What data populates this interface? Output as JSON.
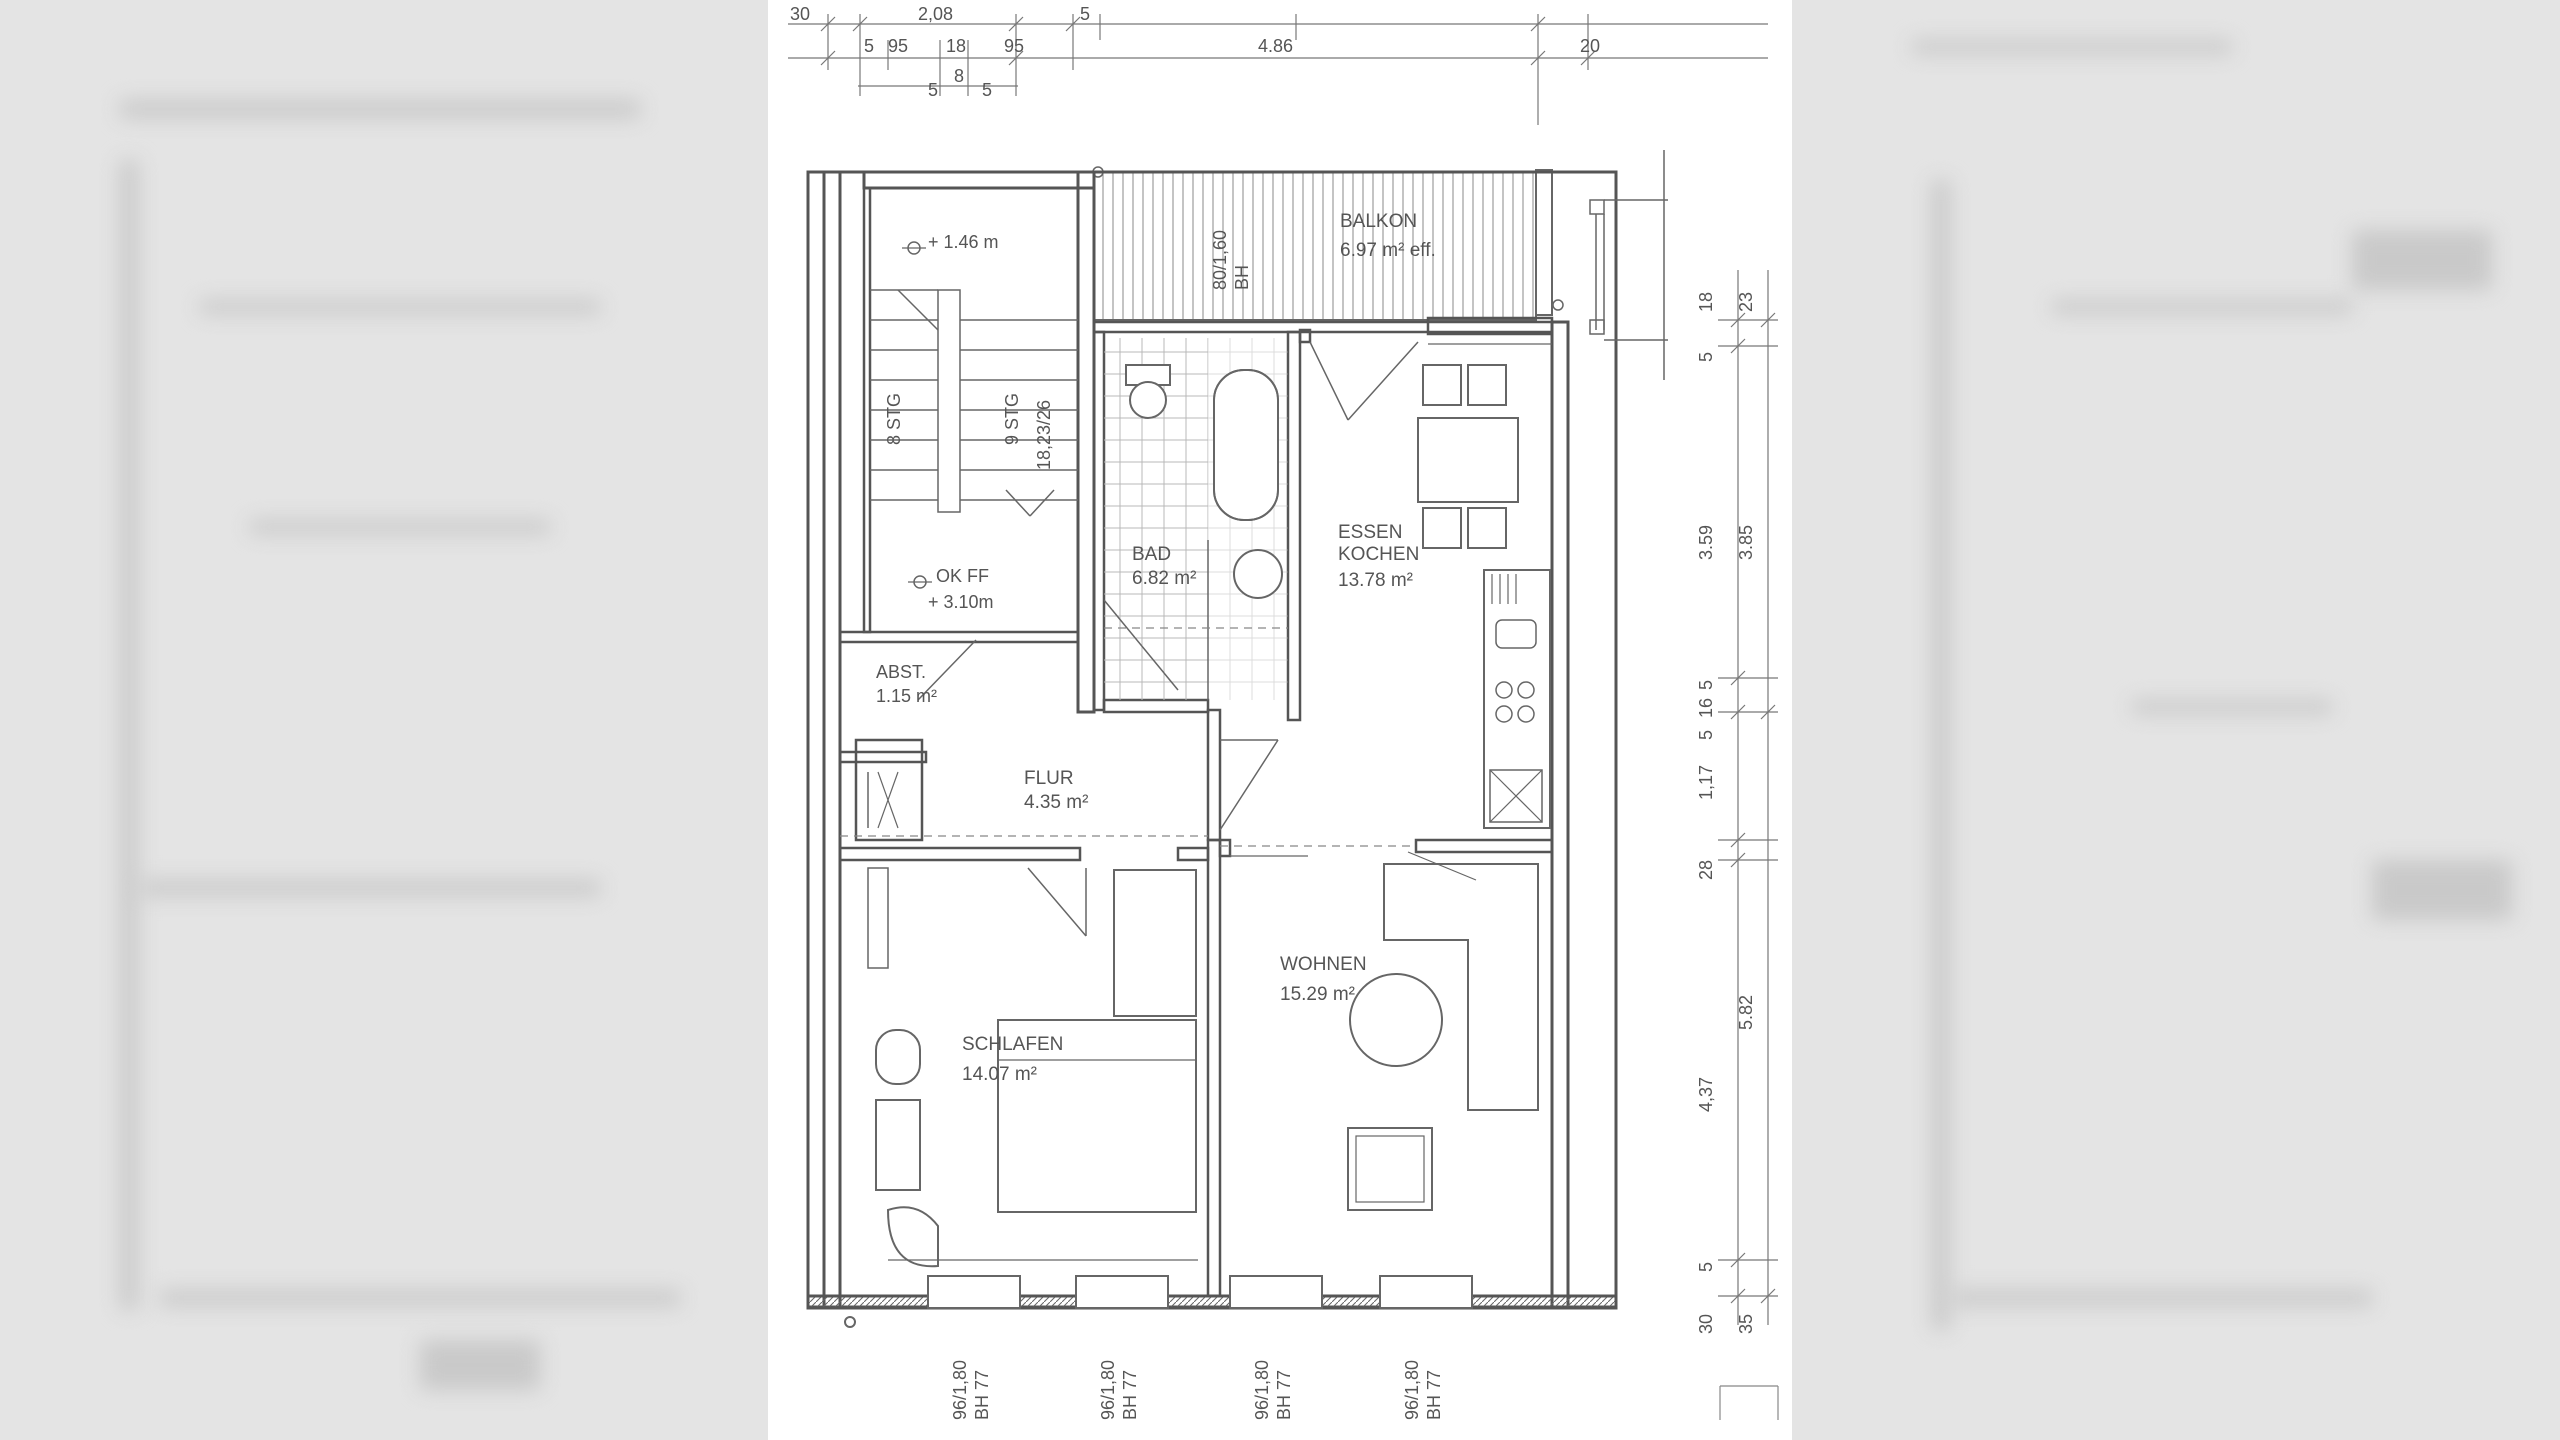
{
  "plan": {
    "rooms": {
      "balkon": {
        "name": "BALKON",
        "area": "6.97 m² eff."
      },
      "bad": {
        "name": "BAD",
        "area": "6.82 m²"
      },
      "essen": {
        "name1": "ESSEN",
        "name2": "KOCHEN",
        "area": "13.78 m²"
      },
      "abst": {
        "name": "ABST.",
        "area": "1.15 m²"
      },
      "flur": {
        "name": "FLUR",
        "area": "4.35 m²"
      },
      "wohnen": {
        "name": "WOHNEN",
        "area": "15.29 m²"
      },
      "schlafen": {
        "name": "SCHLAFEN",
        "area": "14.07 m²"
      }
    },
    "levels": {
      "upper": "+ 1.46 m",
      "okff": "OK FF",
      "lower": "+ 3.10m"
    },
    "stairs": {
      "left": "8 STG",
      "right": "9 STG",
      "ratio": "18,23/26"
    },
    "window_balkon": {
      "size": "80/1,60",
      "bh": "BH"
    },
    "windows_bottom": [
      {
        "size": "96/1,80",
        "bh": "BH 77"
      },
      {
        "size": "96/1,80",
        "bh": "BH 77"
      },
      {
        "size": "96/1,80",
        "bh": "BH 77"
      },
      {
        "size": "96/1,80",
        "bh": "BH 77"
      }
    ],
    "dims_top": [
      "30",
      "2,08",
      "5",
      "95",
      "18",
      "95",
      "5",
      "8",
      "5",
      "5",
      "4.86",
      "20"
    ],
    "dims_right": [
      "18",
      "23",
      "5",
      "3.59",
      "3.85",
      "5",
      "16",
      "5",
      "1,17",
      "28",
      "4,37",
      "5.82",
      "5",
      "30",
      "35"
    ]
  }
}
